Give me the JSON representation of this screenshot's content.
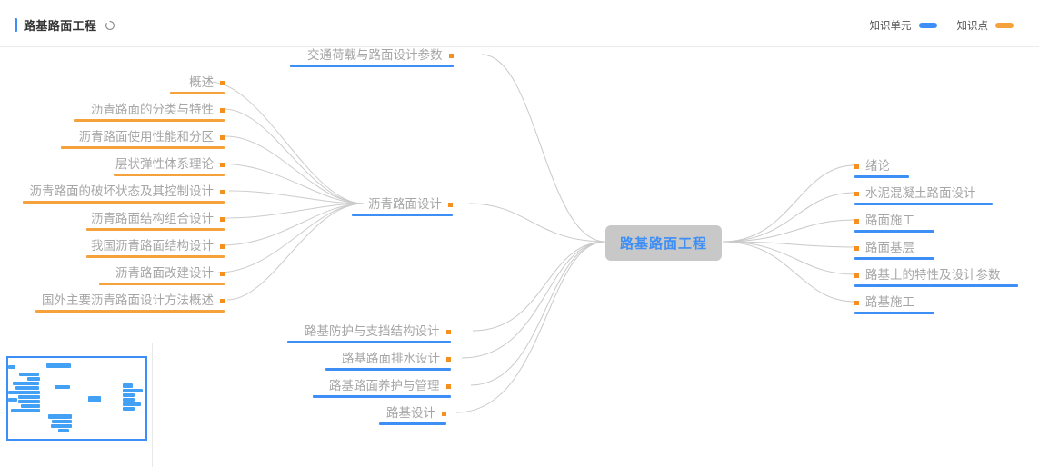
{
  "header": {
    "title": "路基路面工程",
    "refresh_icon": "refresh-icon",
    "legend": [
      {
        "label": "知识单元",
        "color": "#3d8ef5",
        "key": "unit"
      },
      {
        "label": "知识点",
        "color": "#f5a23d",
        "key": "point"
      }
    ]
  },
  "mindmap": {
    "root": {
      "label": "路基路面工程",
      "bg": "#c8c8c8",
      "color": "#3d8ef5"
    },
    "left_top_branch": {
      "label": "交通荷载与路面设计参数",
      "underline": "#3d8ef5",
      "bullet": "#f5901e"
    },
    "left_mid_branch": {
      "label": "沥青路面设计",
      "underline": "#3d8ef5",
      "bullet": "#f5901e"
    },
    "left_mid_children": [
      {
        "label": "概述",
        "underline": "#f5a23d"
      },
      {
        "label": "沥青路面的分类与特性",
        "underline": "#f5a23d"
      },
      {
        "label": "沥青路面使用性能和分区",
        "underline": "#f5a23d"
      },
      {
        "label": "层状弹性体系理论",
        "underline": "#f5a23d"
      },
      {
        "label": "沥青路面的破坏状态及其控制设计",
        "underline": "#f5a23d"
      },
      {
        "label": "沥青路面结构组合设计",
        "underline": "#f5a23d"
      },
      {
        "label": "我国沥青路面结构设计",
        "underline": "#f5a23d"
      },
      {
        "label": "沥青路面改建设计",
        "underline": "#f5a23d"
      },
      {
        "label": "国外主要沥青路面设计方法概述",
        "underline": "#f5a23d"
      }
    ],
    "left_bottom_branches": [
      {
        "label": "路基防护与支挡结构设计",
        "underline": "#3d8ef5"
      },
      {
        "label": "路基路面排水设计",
        "underline": "#3d8ef5"
      },
      {
        "label": "路基路面养护与管理",
        "underline": "#3d8ef5"
      },
      {
        "label": "路基设计",
        "underline": "#3d8ef5"
      }
    ],
    "right_branches": [
      {
        "label": "绪论",
        "underline": "#3d8ef5"
      },
      {
        "label": "水泥混凝土路面设计",
        "underline": "#3d8ef5"
      },
      {
        "label": "路面施工",
        "underline": "#3d8ef5"
      },
      {
        "label": "路面基层",
        "underline": "#3d8ef5"
      },
      {
        "label": "路基土的特性及设计参数",
        "underline": "#3d8ef5"
      },
      {
        "label": "路基施工",
        "underline": "#3d8ef5"
      }
    ]
  },
  "minimap": {
    "name": "minimap-overview",
    "viewport_color": "#3d8ef5",
    "block_color": "#42a0f5"
  }
}
